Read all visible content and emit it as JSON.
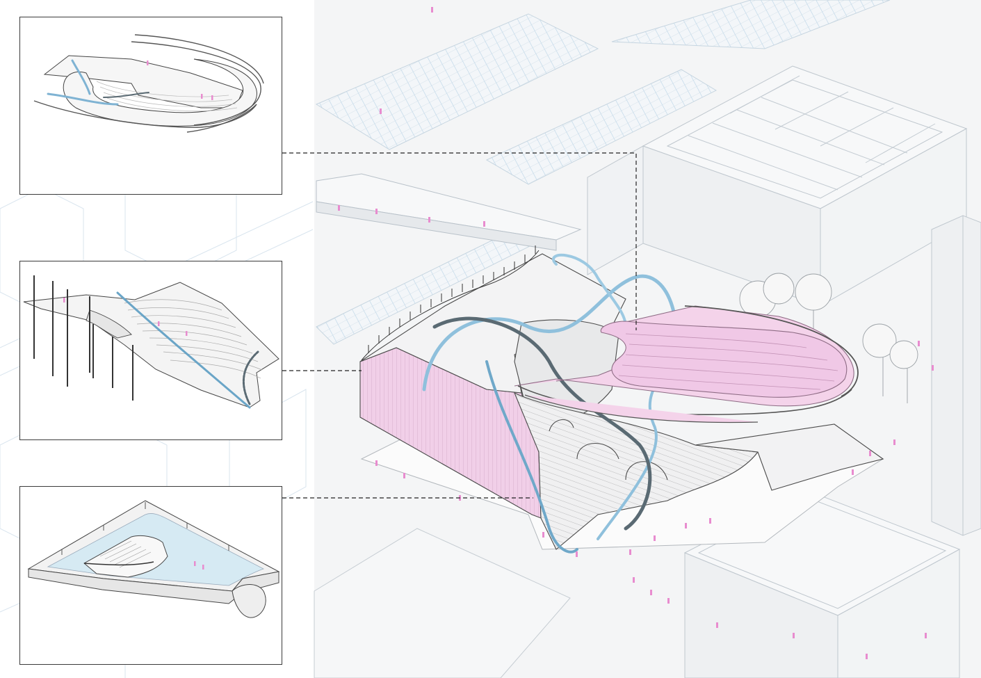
{
  "diagram": {
    "colors": {
      "background": "#ffffff",
      "context_line": "#cfd6dc",
      "context_blue": "#a9cde3",
      "building_fill": "#f1f2f3",
      "roof_pink": "#f0c8e6",
      "roof_pink_stroke": "#b587a8",
      "path_blue": "#8fc0dc",
      "path_dark": "#5a6a73",
      "water_blue": "#d6eaf3",
      "panel_border": "#3a3a3a",
      "leader_dash": "#222222",
      "people_pink": "#e88ccf"
    },
    "panels": [
      {
        "layer": "roof-canopy"
      },
      {
        "layer": "stepped-terrace-and-columns"
      },
      {
        "layer": "ground-plaza-and-pool"
      }
    ]
  }
}
